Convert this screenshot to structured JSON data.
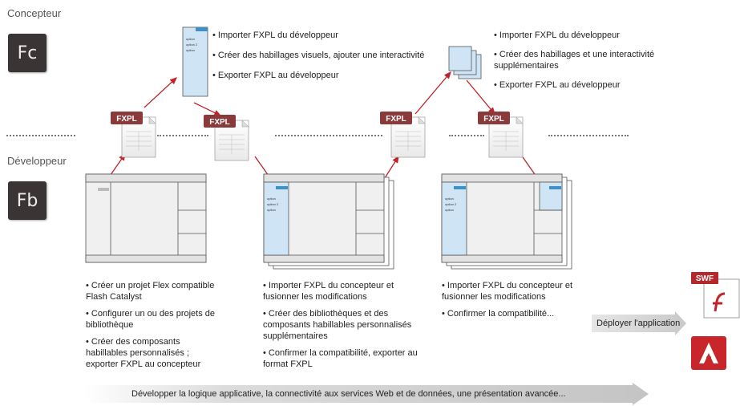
{
  "roles": {
    "designer": "Concepteur",
    "developer": "Développeur"
  },
  "icons": {
    "fc": "Fc",
    "fb": "Fb",
    "swf": "SWF"
  },
  "fxpl_label": "FXPL",
  "mini_options": [
    "option",
    "option 2",
    "option"
  ],
  "designer_step1": [
    "• Importer FXPL du développeur",
    "• Créer des habillages visuels, ajouter une interactivité",
    "• Exporter FXPL au développeur"
  ],
  "designer_step2": [
    "• Importer FXPL du développeur",
    "• Créer des habillages et une interactivité supplémentaires",
    "• Exporter FXPL au développeur"
  ],
  "dev_step1": [
    "• Créer un projet Flex compatible Flash Catalyst",
    "• Configurer un ou des projets de bibliothèque",
    "• Créer des composants habillables personnalisés ; exporter FXPL au concepteur"
  ],
  "dev_step2": [
    "• Importer FXPL du concepteur et fusionner les modifications",
    "• Créer des bibliothèques et des composants habillables personnalisés supplémentaires",
    "• Confirmer la compatibilité, exporter au format FXPL"
  ],
  "dev_step3": [
    "• Importer FXPL du concepteur et fusionner les modifications",
    "• Confirmer la compatibilité..."
  ],
  "deploy_label": "Déployer l'application",
  "bottom_label": "Développer la logique applicative, la connectivité aux services Web et de données, une présentation avancée...",
  "colors": {
    "fc_icon": "#3a3535",
    "fb_icon": "#3a3535",
    "arrow": "#c0242a",
    "blue": "#cfe4f5",
    "blue_tab": "#3f90c8"
  }
}
